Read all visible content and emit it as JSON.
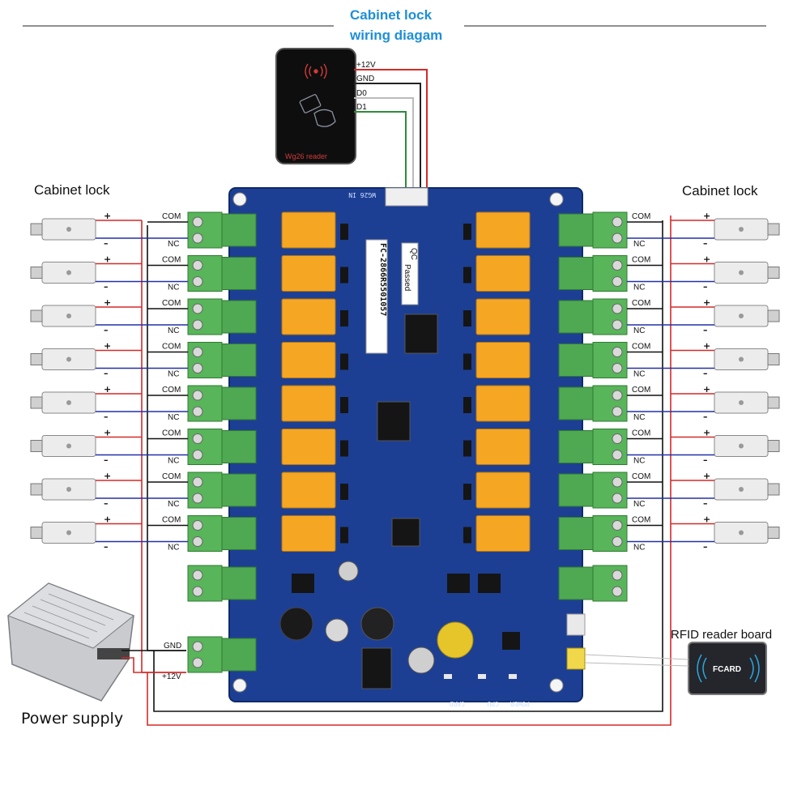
{
  "title": {
    "line1": "Cabinet lock",
    "line2": "wiring diagam"
  },
  "reader": {
    "caption": "Wg26 reader",
    "pins": [
      "+12V",
      "GND",
      "D0",
      "D1"
    ],
    "wire_colors": [
      "#d42a2a",
      "#222222",
      "#bbbbbb",
      "#2e8b3a"
    ]
  },
  "left_label": "Cabinet lock",
  "right_label": "Cabinet lock",
  "lock_labels": {
    "com": "COM",
    "nc": "NC",
    "plus": "+",
    "minus": "–"
  },
  "lock_count_per_side": 8,
  "power": {
    "label": "Power supply",
    "gnd": "GND",
    "vplus": "+12V"
  },
  "rfid": {
    "label": "RFID reader board",
    "card": "FCARD"
  },
  "board": {
    "serial": "FC-2866R5501057",
    "qc": "QC",
    "passed": "Passed",
    "wg_label": "WG26 IN",
    "leds": [
      "CARD",
      "CPU",
      "POWER"
    ]
  },
  "colors": {
    "board": "#1d3f93",
    "relay": "#f5a623",
    "terminal": "#58b55a",
    "wire_red": "#d42a2a",
    "wire_blue": "#2230a8",
    "wire_black": "#111111",
    "title": "#1e8fd6"
  }
}
